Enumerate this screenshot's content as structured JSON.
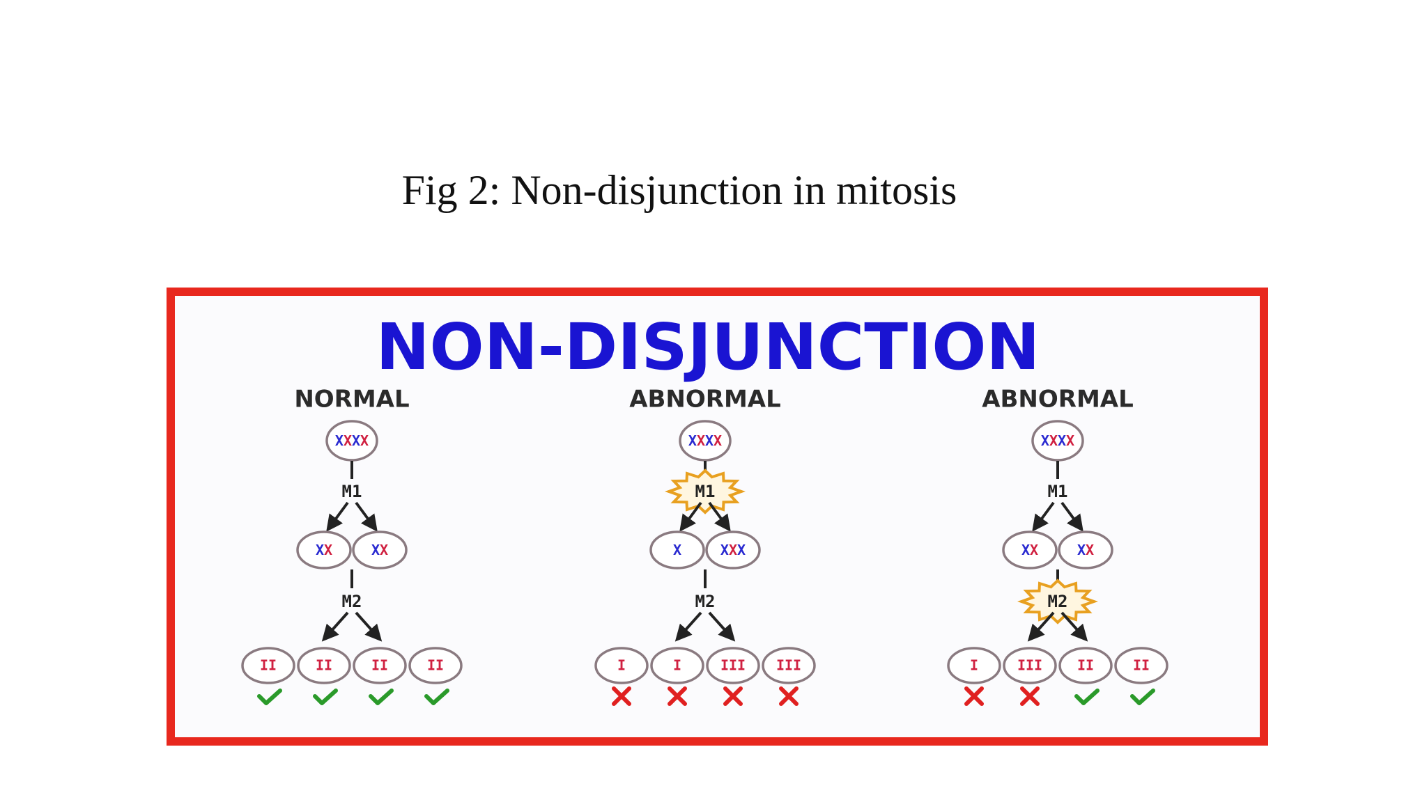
{
  "caption": "Fig 2: Non-disjunction in mitosis",
  "diagram": {
    "title": "NON-DISJUNCTION",
    "panels": [
      {
        "heading": "NORMAL",
        "start_cell": "XX XX",
        "stage_1": "M1",
        "stage_1_error": false,
        "middle_cells": [
          "XX",
          "XX"
        ],
        "stage_2": "M2",
        "stage_2_error": false,
        "end_cells": [
          "II",
          "II",
          "II",
          "II"
        ],
        "end_marks": [
          "check",
          "check",
          "check",
          "check"
        ]
      },
      {
        "heading": "ABNORMAL",
        "start_cell": "XX XX",
        "stage_1": "M1",
        "stage_1_error": true,
        "middle_cells": [
          "X",
          "XXX"
        ],
        "stage_2": "M2",
        "stage_2_error": false,
        "end_cells": [
          "I",
          "I",
          "III",
          "III"
        ],
        "end_marks": [
          "cross",
          "cross",
          "cross",
          "cross"
        ]
      },
      {
        "heading": "ABNORMAL",
        "start_cell": "XX XX",
        "stage_1": "M1",
        "stage_1_error": false,
        "middle_cells": [
          "XX",
          "XX"
        ],
        "stage_2": "M2",
        "stage_2_error": true,
        "end_cells": [
          "I",
          "III",
          "II",
          "II"
        ],
        "end_marks": [
          "cross",
          "cross",
          "check",
          "check"
        ]
      }
    ],
    "colors": {
      "frame": "#e8281e",
      "title": "#1a14d2",
      "heading": "#2b2b2b",
      "cell_outline": "#8a7a80",
      "chromosome_blue": "#2a2ad0",
      "chromosome_red": "#d02040",
      "error_burst": "#e8a020",
      "check": "#2a9a2a",
      "cross": "#e02020"
    },
    "icons": {
      "check": "check-mark-icon",
      "cross": "cross-mark-icon"
    }
  }
}
